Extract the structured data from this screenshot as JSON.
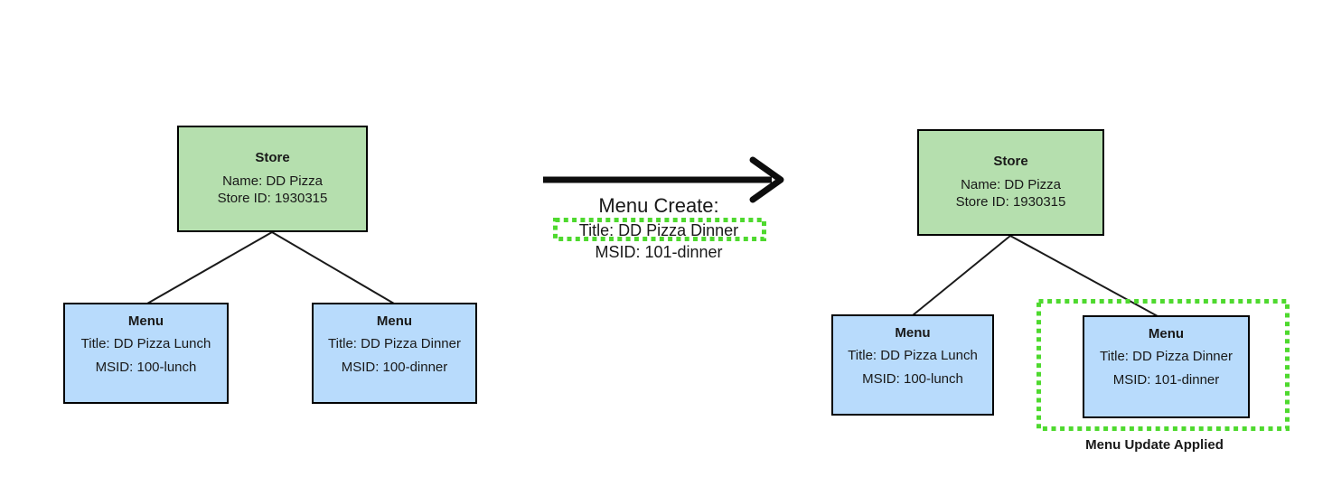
{
  "colors": {
    "store_fill": "#b5dfae",
    "menu_fill": "#b8dbfc",
    "box_border": "#000000",
    "highlight_green": "#4ed92e",
    "line_color": "#1a1a1a",
    "arrow_color": "#0d0d0d"
  },
  "before": {
    "store": {
      "title": "Store",
      "name_line": "Name: DD Pizza",
      "id_line": "Store ID: 1930315"
    },
    "menus": [
      {
        "title": "Menu",
        "title_line": "Title: DD Pizza Lunch",
        "msid_line": "MSID: 100-lunch"
      },
      {
        "title": "Menu",
        "title_line": "Title: DD Pizza Dinner",
        "msid_line": "MSID: 100-dinner"
      }
    ]
  },
  "transition": {
    "heading": "Menu Create:",
    "highlighted_field": "Title: DD Pizza Dinner",
    "msid_field": "MSID: 101-dinner"
  },
  "after": {
    "store": {
      "title": "Store",
      "name_line": "Name: DD Pizza",
      "id_line": "Store ID: 1930315"
    },
    "menus": [
      {
        "title": "Menu",
        "title_line": "Title: DD Pizza Lunch",
        "msid_line": "MSID: 100-lunch"
      },
      {
        "title": "Menu",
        "title_line": "Title: DD Pizza Dinner",
        "msid_line": "MSID: 101-dinner"
      }
    ],
    "caption": "Menu Update Applied"
  }
}
